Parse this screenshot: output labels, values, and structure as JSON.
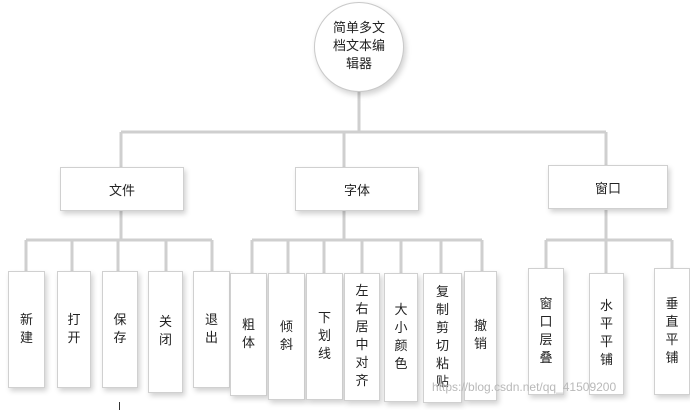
{
  "root": {
    "label": "简单多文档文本编辑器"
  },
  "branches": [
    {
      "label": "文件",
      "children": [
        "新建",
        "打开",
        "保存",
        "关闭",
        "退出"
      ]
    },
    {
      "label": "字体",
      "children": [
        "粗体",
        "倾斜",
        "下划线",
        "左右居中对齐",
        "大小颜色",
        "复制剪切粘贴",
        "撤销"
      ]
    },
    {
      "label": "窗口",
      "children": [
        "窗口层叠",
        "水平平铺",
        "垂直平铺"
      ]
    }
  ],
  "watermark": "https://blog.csdn.net/qq_41509200"
}
